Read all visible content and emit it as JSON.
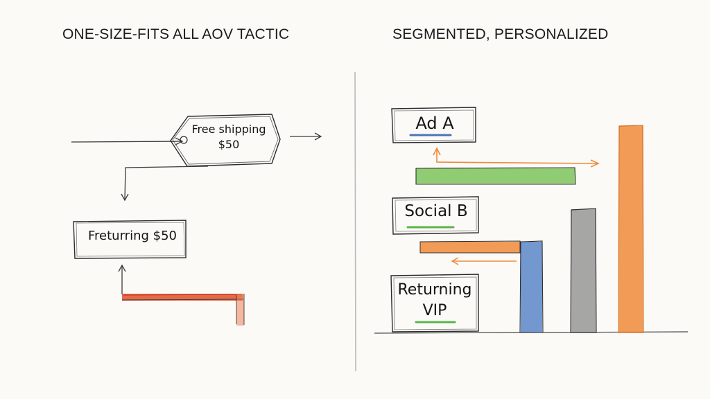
{
  "left_panel": {
    "heading": "ONE-SIZE-FITS ALL AOV TACTIC",
    "price_tag": {
      "line1": "Free shipping",
      "line2": "$50"
    },
    "result_box": "Freturring $50"
  },
  "right_panel": {
    "heading": "SEGMENTED, PERSONALIZED",
    "segments": {
      "ad": "Ad A",
      "social": "Social B",
      "returning_line1": "Returning",
      "returning_line2": "VIP"
    }
  },
  "colors": {
    "ink": "#2a2a2a",
    "red": "#e0502a",
    "green": "#7cc45a",
    "orange": "#ef8a3a",
    "blue": "#5b86c9",
    "gray": "#8a8a8a",
    "underline_blue": "#4a74b8",
    "underline_green": "#5ab548"
  }
}
